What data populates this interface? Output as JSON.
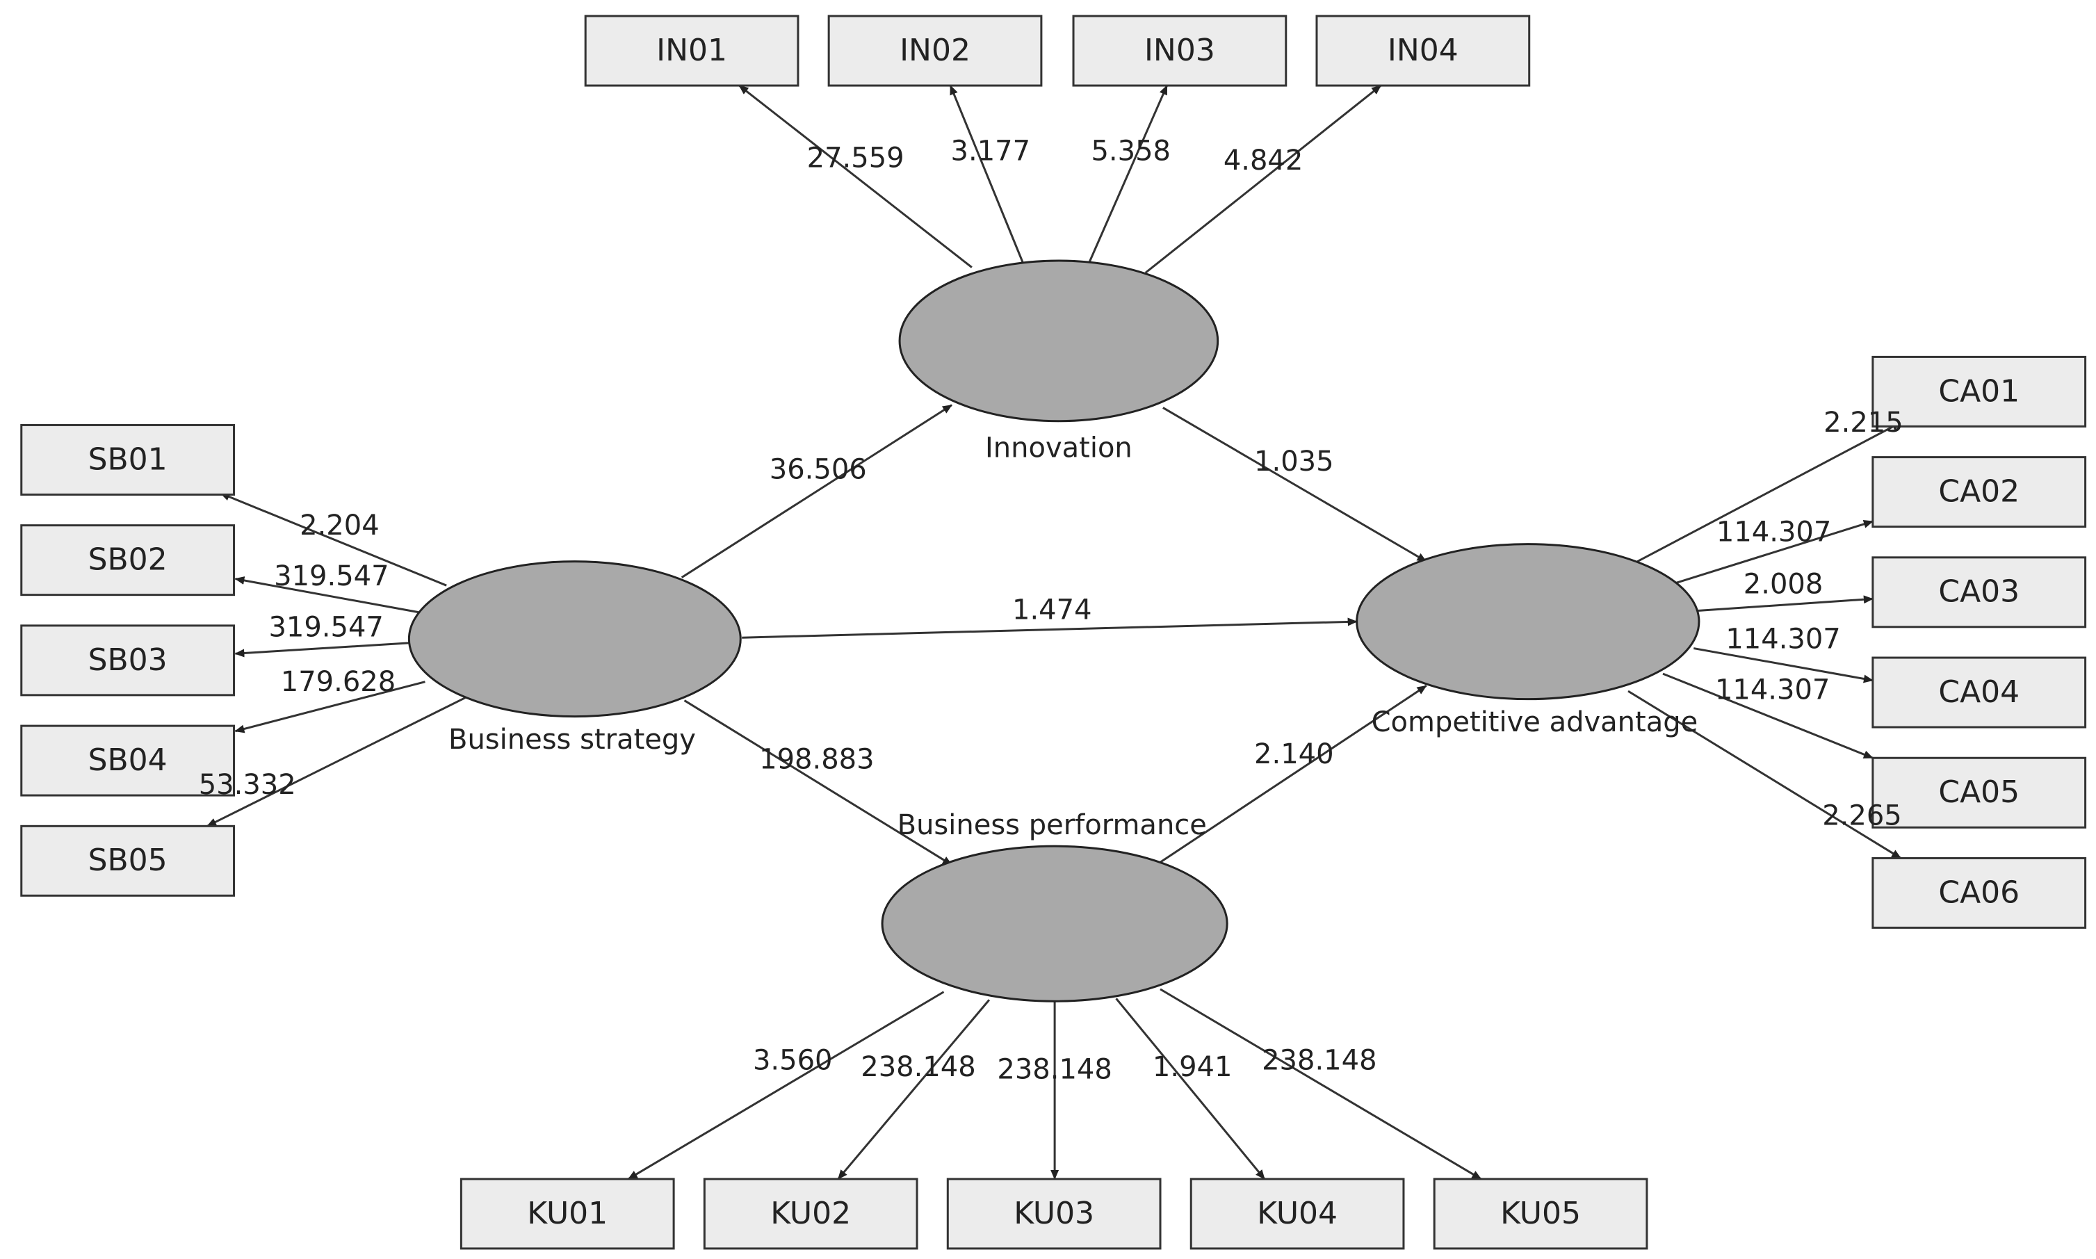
{
  "colors": {
    "latent_fill": "#a9a9a9",
    "indicator_fill": "#ececec",
    "stroke": "#333333",
    "text": "#222222"
  },
  "latent_variables": [
    {
      "id": "innovation",
      "label": "Innovation"
    },
    {
      "id": "business_strategy",
      "label": "Business strategy"
    },
    {
      "id": "competitive_advantage",
      "label": "Competitive advantage"
    },
    {
      "id": "business_performance",
      "label": "Business performance"
    }
  ],
  "indicators": [
    {
      "id": "IN01",
      "label": "IN01"
    },
    {
      "id": "IN02",
      "label": "IN02"
    },
    {
      "id": "IN03",
      "label": "IN03"
    },
    {
      "id": "IN04",
      "label": "IN04"
    },
    {
      "id": "SB01",
      "label": "SB01"
    },
    {
      "id": "SB02",
      "label": "SB02"
    },
    {
      "id": "SB03",
      "label": "SB03"
    },
    {
      "id": "SB04",
      "label": "SB04"
    },
    {
      "id": "SB05",
      "label": "SB05"
    },
    {
      "id": "CA01",
      "label": "CA01"
    },
    {
      "id": "CA02",
      "label": "CA02"
    },
    {
      "id": "CA03",
      "label": "CA03"
    },
    {
      "id": "CA04",
      "label": "CA04"
    },
    {
      "id": "CA05",
      "label": "CA05"
    },
    {
      "id": "CA06",
      "label": "CA06"
    },
    {
      "id": "KU01",
      "label": "KU01"
    },
    {
      "id": "KU02",
      "label": "KU02"
    },
    {
      "id": "KU03",
      "label": "KU03"
    },
    {
      "id": "KU04",
      "label": "KU04"
    },
    {
      "id": "KU05",
      "label": "KU05"
    }
  ],
  "structural_paths": [
    {
      "from": "business_strategy",
      "to": "innovation",
      "value": "36.506"
    },
    {
      "from": "innovation",
      "to": "competitive_advantage",
      "value": "1.035"
    },
    {
      "from": "business_strategy",
      "to": "competitive_advantage",
      "value": "1.474"
    },
    {
      "from": "business_strategy",
      "to": "business_performance",
      "value": "198.883"
    },
    {
      "from": "business_performance",
      "to": "competitive_advantage",
      "value": "2.140"
    }
  ],
  "measurement_paths": [
    {
      "from": "innovation",
      "to": "IN01",
      "value": "27.559"
    },
    {
      "from": "innovation",
      "to": "IN02",
      "value": "3.177"
    },
    {
      "from": "innovation",
      "to": "IN03",
      "value": "5.358"
    },
    {
      "from": "innovation",
      "to": "IN04",
      "value": "4.842"
    },
    {
      "from": "business_strategy",
      "to": "SB01",
      "value": "2.204"
    },
    {
      "from": "business_strategy",
      "to": "SB02",
      "value": "319.547"
    },
    {
      "from": "business_strategy",
      "to": "SB03",
      "value": "319.547"
    },
    {
      "from": "business_strategy",
      "to": "SB04",
      "value": "179.628"
    },
    {
      "from": "business_strategy",
      "to": "SB05",
      "value": "53.332"
    },
    {
      "from": "competitive_advantage",
      "to": "CA01",
      "value": "2.215"
    },
    {
      "from": "competitive_advantage",
      "to": "CA02",
      "value": "114.307"
    },
    {
      "from": "competitive_advantage",
      "to": "CA03",
      "value": "2.008"
    },
    {
      "from": "competitive_advantage",
      "to": "CA04",
      "value": "114.307"
    },
    {
      "from": "competitive_advantage",
      "to": "CA05",
      "value": "114.307"
    },
    {
      "from": "competitive_advantage",
      "to": "CA06",
      "value": "2.265"
    },
    {
      "from": "business_performance",
      "to": "KU01",
      "value": "3.560"
    },
    {
      "from": "business_performance",
      "to": "KU02",
      "value": "238.148"
    },
    {
      "from": "business_performance",
      "to": "KU03",
      "value": "238.148"
    },
    {
      "from": "business_performance",
      "to": "KU04",
      "value": "1.941"
    },
    {
      "from": "business_performance",
      "to": "KU05",
      "value": "238.148"
    }
  ]
}
